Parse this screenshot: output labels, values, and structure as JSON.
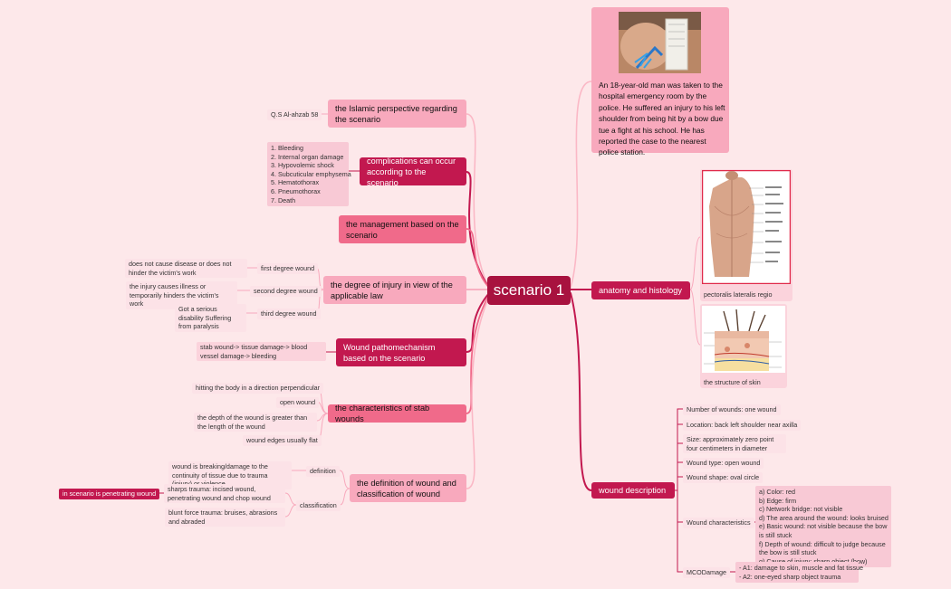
{
  "center": "scenario 1",
  "scenario_text": "An 18-year-old man was taken to the hospital emergency room by the police. He suffered an injury to his left shoulder from being hit by a bow due tue a fight at his school. He has reported the case to the nearest police station.",
  "islamic": {
    "title": "the Islamic perspective regarding the scenario",
    "ref": "Q.S Al-ahzab 58"
  },
  "complications": {
    "title": "complications can occur according to the scenario",
    "items": [
      "1. Bleeding",
      "2. Internal organ damage",
      "3. Hypovolemic shock",
      "4. Subcuticular emphysema",
      "5. Hematothorax",
      "6. Pneumothorax",
      "7. Death"
    ]
  },
  "management": {
    "title": "the management based on the scenario"
  },
  "degree": {
    "title": "the degree of injury in view of the applicable law",
    "levels": [
      {
        "label": "first degree wound",
        "desc": "does not cause disease or does not hinder the victim's work"
      },
      {
        "label": "second degree wound",
        "desc": "the injury causes illness or temporarily hinders the victim's work"
      },
      {
        "label": "third degree wound",
        "desc": "Got a serious disability Suffering from paralysis"
      }
    ]
  },
  "pathomechanism": {
    "title": "Wound pathomechanism based on the scenario",
    "desc": "stab wound-> tissue damage-> blood vessel damage-> bleeding"
  },
  "stab": {
    "title": "the characteristics of stab wounds",
    "items": [
      "hitting the body in a direction perpendicular",
      "open wound",
      "the depth of the wound is greater than the length of the wound",
      "wound edges usually flat"
    ]
  },
  "definition": {
    "title": "the definition of wound and classification of wound",
    "def_label": "definition",
    "def_text": "wound is breaking/damage to the continuity of tissue due to trauma (injury) or violence",
    "class_label": "classification",
    "sharp": "sharps trauma: incised wound, penetrating wound and chop wound",
    "blunt": "blunt force trauma: bruises, abrasions and abraded",
    "note": "in scenario is penetrating wound"
  },
  "anatomy": {
    "title": "anatomy and histology",
    "img1_caption": "pectoralis lateralis regio",
    "img2_caption": "the structure of skin"
  },
  "wound": {
    "title": "wound description",
    "number": "Number of wounds: one wound",
    "location": "Location: back left shoulder near axilla",
    "size": "Size: approximately zero point four centimeters in diameter",
    "type": "Wound type: open wound",
    "shape": "Wound shape: oval circle",
    "char_label": "Wound characteristics",
    "char_items": [
      "a) Color: red",
      "b) Edge: firm",
      "c) Network bridge: not visible",
      "d) The area around the wound: looks bruised",
      "e) Basic wound: not visible because the bow",
      "is still stuck",
      "f) Depth of wound: difficult to judge because",
      "the bow is still stuck",
      "g) Cause of injury: sharp object (bow)"
    ],
    "mco_label": "MCODamage",
    "mco_items": [
      "- A1: damage to skin, muscle and fat tissue",
      "- A2: one-eyed sharp object trauma"
    ]
  }
}
